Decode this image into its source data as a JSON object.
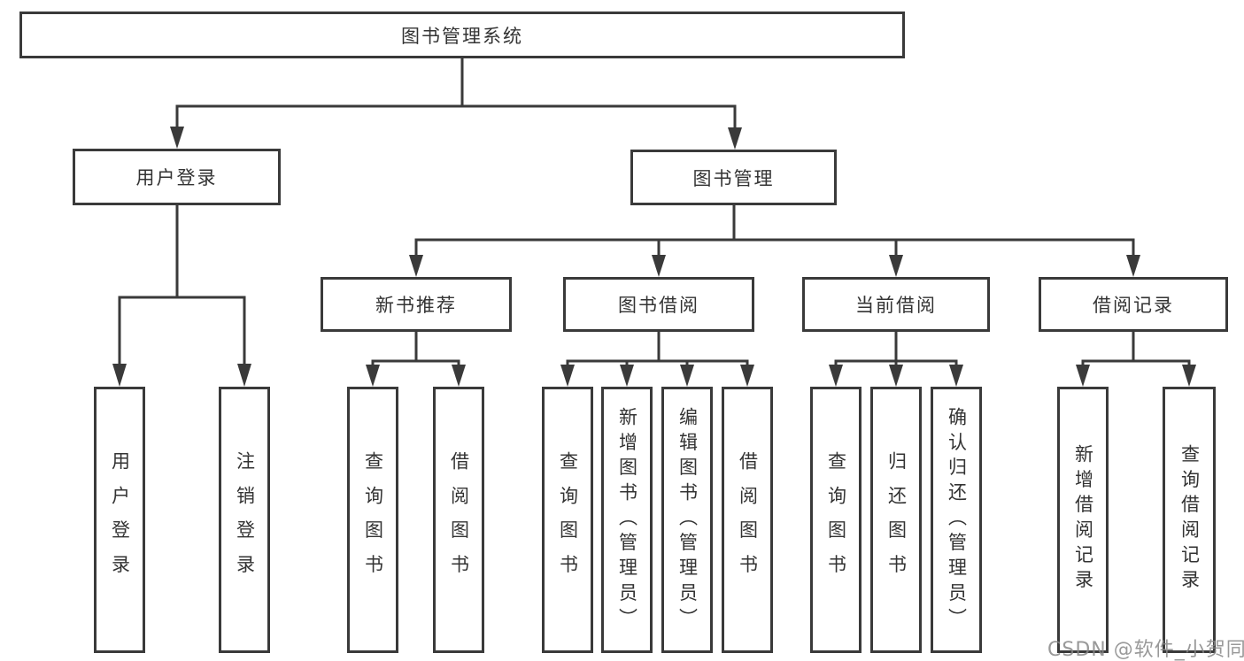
{
  "tree": {
    "label": "图书管理系统",
    "children": [
      {
        "label": "用户登录",
        "children": [
          {
            "label": "用户登录"
          },
          {
            "label": "注销登录"
          }
        ]
      },
      {
        "label": "图书管理",
        "children": [
          {
            "label": "新书推荐",
            "children": [
              {
                "label": "查询图书"
              },
              {
                "label": "借阅图书"
              }
            ]
          },
          {
            "label": "图书借阅",
            "children": [
              {
                "label": "查询图书"
              },
              {
                "label": "新增图书（管理员）"
              },
              {
                "label": "编辑图书（管理员）"
              },
              {
                "label": "借阅图书"
              }
            ]
          },
          {
            "label": "当前借阅",
            "children": [
              {
                "label": "查询图书"
              },
              {
                "label": "归还图书"
              },
              {
                "label": "确认归还（管理员）"
              }
            ]
          },
          {
            "label": "借阅记录",
            "children": [
              {
                "label": "新增借阅记录"
              },
              {
                "label": "查询借阅记录"
              }
            ]
          }
        ]
      }
    ]
  },
  "watermark": "CSDN @软件_小贺同学",
  "colors": {
    "line": "#3a3a3a",
    "text": "#333333",
    "box_background": "#ffffff",
    "watermark_text": "#878787"
  }
}
